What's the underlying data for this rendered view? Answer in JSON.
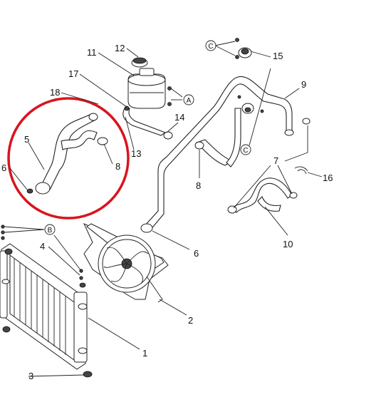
{
  "diagram": {
    "part_numbers": {
      "p1": "1",
      "p2": "2",
      "p3": "3",
      "p4": "4",
      "p5": "5",
      "p6a": "6",
      "p6b": "6",
      "p7": "7",
      "p8a": "8",
      "p8b": "8",
      "p9": "9",
      "p10": "10",
      "p11": "11",
      "p12": "12",
      "p13": "13",
      "p14": "14",
      "p15": "15",
      "p16": "16",
      "p17": "17",
      "p18": "18"
    },
    "callouts": {
      "A": "A",
      "B": "B",
      "C1": "C",
      "C2": "C"
    },
    "colors": {
      "highlight_circle": "#d9141e",
      "line": "#222222"
    },
    "icons": [
      "reservoir",
      "cap",
      "radiator",
      "fan",
      "hose",
      "clamp"
    ]
  }
}
